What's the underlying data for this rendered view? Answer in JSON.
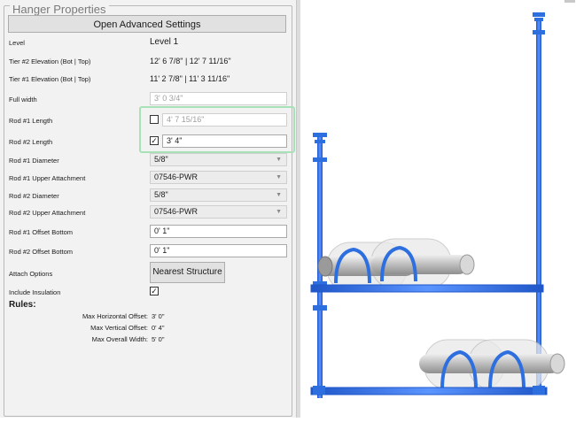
{
  "panel": {
    "title": "Hanger Properties",
    "advanced_button": "Open Advanced Settings",
    "rows": {
      "level": {
        "label": "Level",
        "value": "Level 1"
      },
      "tier2": {
        "label": "Tier #2 Elevation (Bot | Top)",
        "value": "12'  6 7/8\" | 12'  7 11/16\""
      },
      "tier1": {
        "label": "Tier #1 Elevation (Bot | Top)",
        "value": "11'  2 7/8\" | 11'  3 11/16\""
      },
      "full_width": {
        "label": "Full width",
        "value": "3'  0 3/4\""
      },
      "rod1_length": {
        "label": "Rod #1  Length",
        "value": "4'  7 15/16\"",
        "checked": false
      },
      "rod2_length": {
        "label": "Rod #2  Length",
        "value": "3'  4\"",
        "checked": true
      },
      "rod1_diameter": {
        "label": "Rod #1  Diameter",
        "value": "5/8\""
      },
      "rod1_upper": {
        "label": "Rod #1  Upper Attachment",
        "value": "07546-PWR"
      },
      "rod2_diameter": {
        "label": "Rod #2  Diameter",
        "value": "5/8\""
      },
      "rod2_upper": {
        "label": "Rod #2  Upper Attachment",
        "value": "07546-PWR"
      },
      "rod1_offset": {
        "label": "Rod #1  Offset Bottom",
        "value": "0'  1\""
      },
      "rod2_offset": {
        "label": "Rod #2  Offset Bottom",
        "value": "0'  1\""
      },
      "attach": {
        "label": "Attach Options",
        "button": "Nearest Structure"
      },
      "insulation": {
        "label": "Include Insulation",
        "checked": true
      }
    },
    "rules": {
      "title": "Rules:",
      "items": [
        {
          "label": "Max Horizontal Offset:",
          "value": "3'  0\""
        },
        {
          "label": "Max Vertical Offset:",
          "value": "0'  4\""
        },
        {
          "label": "Max Overall Width:",
          "value": "5'  0\""
        }
      ]
    }
  },
  "colors": {
    "hanger_blue": "#2e6fe0",
    "highlight": "#a8e0b8",
    "pipe_gray": "#c8c8c8"
  }
}
